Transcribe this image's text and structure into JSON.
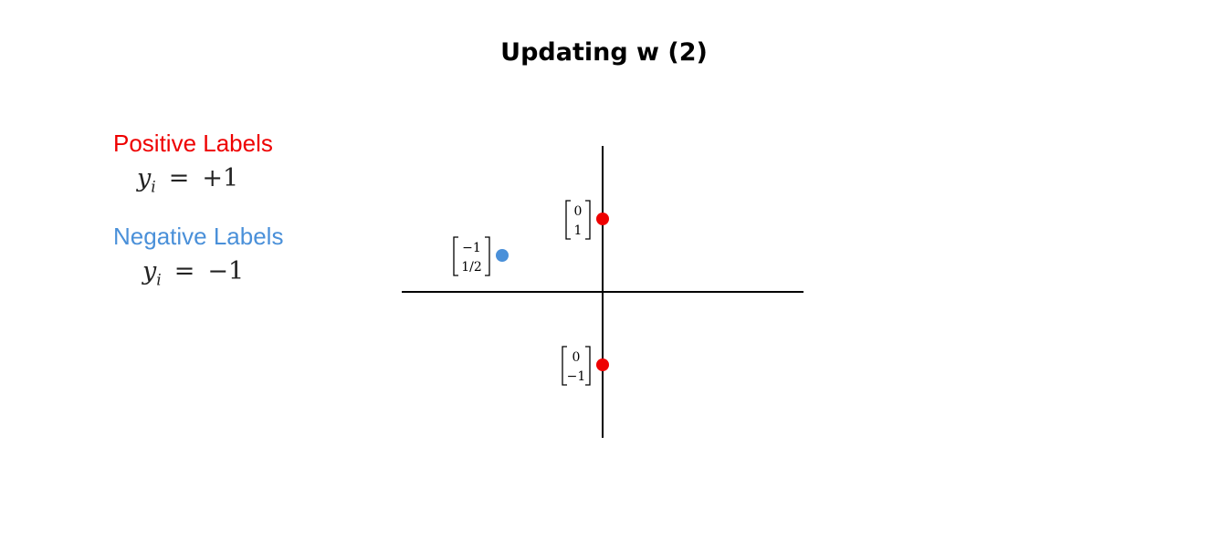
{
  "slide": {
    "title": "Updating w (2)"
  },
  "legend": {
    "positive": {
      "label": "Positive Labels",
      "variable": "y",
      "subscript": "i",
      "equals": "=",
      "value": "+1",
      "color": "#ee0000"
    },
    "negative": {
      "label": "Negative Labels",
      "variable": "y",
      "subscript": "i",
      "equals": "=",
      "value": "−1",
      "color": "#4a90d9"
    }
  },
  "chart_data": {
    "type": "scatter",
    "axes": {
      "xlim": [
        -2,
        2
      ],
      "ylim": [
        -2,
        2
      ],
      "grid": false
    },
    "points": [
      {
        "x": 0,
        "y": 1,
        "class": "positive",
        "color": "#ee0000",
        "label_top": "0",
        "label_bottom": "1"
      },
      {
        "x": -1,
        "y": 0.5,
        "class": "negative",
        "color": "#4a90d9",
        "label_top": "−1",
        "label_bottom": "1/2"
      },
      {
        "x": 0,
        "y": -1,
        "class": "positive",
        "color": "#ee0000",
        "label_top": "0",
        "label_bottom": "−1"
      }
    ]
  }
}
